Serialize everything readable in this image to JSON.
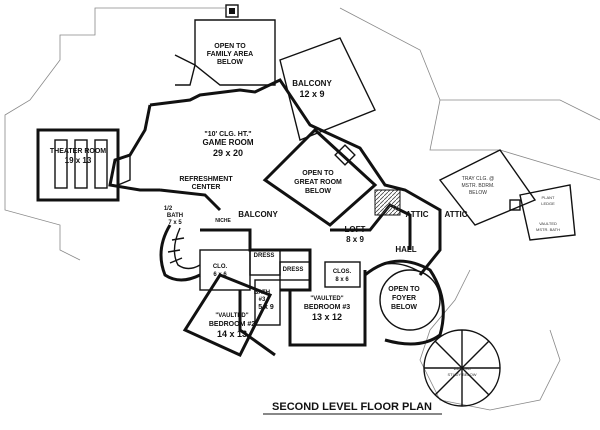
{
  "plan_title": "SECOND LEVEL FLOOR PLAN",
  "rooms": {
    "open_family": {
      "line1": "OPEN TO",
      "line2": "FAMILY AREA",
      "line3": "BELOW"
    },
    "balcony_top": {
      "line1": "BALCONY",
      "line2": "12 x 9"
    },
    "game_room": {
      "line1": "\"10' CLG. HT.\"",
      "line2": "GAME ROOM",
      "line3": "29 x 20"
    },
    "theater": {
      "line1": "THEATER ROOM",
      "line2": "19 x 13"
    },
    "refreshment": {
      "line1": "REFRESHMENT",
      "line2": "CENTER"
    },
    "great_room": {
      "line1": "OPEN TO",
      "line2": "GREAT ROOM",
      "line3": "BELOW"
    },
    "balcony_mid": {
      "line1": "BALCONY"
    },
    "bath2": {
      "line1": "1/2",
      "line2": "BATH",
      "line3": "7 x 5"
    },
    "attic1": {
      "line1": "ATTIC"
    },
    "attic2": {
      "line1": "ATTIC"
    },
    "loft": {
      "line1": "LOFT",
      "line2": "8 x 9"
    },
    "hall": {
      "line1": "HALL"
    },
    "dress1": {
      "line1": "DRESS"
    },
    "dress2": {
      "line1": "DRESS"
    },
    "clo1": {
      "line1": "CLO.",
      "line2": "6 x 6"
    },
    "clo2": {
      "line1": "CLOS.",
      "line2": "8 x 6"
    },
    "bath3": {
      "line1": "BATH",
      "line2": "#3",
      "line3": "5 x 9"
    },
    "bedroom2": {
      "line1": "\"VAULTED\"",
      "line2": "BEDROOM #2",
      "line3": "14 x 13"
    },
    "bedroom3": {
      "line1": "\"VAULTED\"",
      "line2": "BEDROOM #3",
      "line3": "13 x 12"
    },
    "foyer": {
      "line1": "OPEN TO",
      "line2": "FOYER",
      "line3": "BELOW"
    },
    "master_bdrm": {
      "line1": "TRAY CLG. @",
      "line2": "MSTR. BDRM.",
      "line3": "BELOW"
    },
    "niche": {
      "line1": "NICHE"
    },
    "plant_ledge": {
      "line1": "PLANT",
      "line2": "LEDGE"
    },
    "vaulted_study": {
      "line1": "VAULTED",
      "line2": "STUDY BELOW"
    },
    "vaulted_mstr": {
      "line1": "VAULTED",
      "line2": "MSTR. BATH"
    }
  }
}
